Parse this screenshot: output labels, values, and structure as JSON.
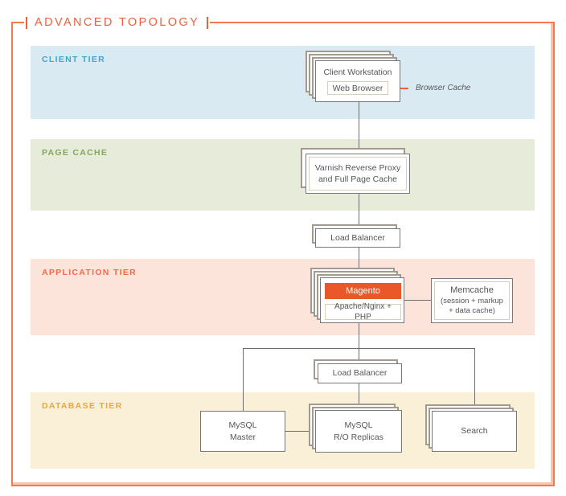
{
  "title": "ADVANCED TOPOLOGY",
  "tiers": {
    "client": {
      "label": "CLIENT TIER",
      "band_color": "#daeaf3",
      "label_color": "#3ea5d8"
    },
    "page_cache": {
      "label": "PAGE CACHE",
      "band_color": "#e6ecd9",
      "label_color": "#83a75b"
    },
    "application": {
      "label": "APPLICATION TIER",
      "band_color": "#fce4da",
      "label_color": "#f26a4b"
    },
    "database": {
      "label": "DATABASE TIER",
      "band_color": "#faf0d7",
      "label_color": "#eaa73f"
    }
  },
  "nodes": {
    "client_workstation": {
      "title": "Client Workstation",
      "inner": "Web Browser"
    },
    "varnish": {
      "line1": "Varnish Reverse Proxy",
      "line2": "and Full Page Cache"
    },
    "load_balancer_top": {
      "label": "Load Balancer"
    },
    "magento_app": {
      "app": "Magento",
      "server": "Apache/Nginx + PHP"
    },
    "memcache": {
      "line1": "Memcache",
      "line2": "(session + markup",
      "line3": "+ data cache)"
    },
    "load_balancer_db": {
      "label": "Load Balancer"
    },
    "mysql_master": {
      "line1": "MySQL",
      "line2": "Master"
    },
    "mysql_replicas": {
      "line1": "MySQL",
      "line2": "R/O Replicas"
    },
    "search": {
      "label": "Search"
    }
  },
  "annotations": {
    "browser_cache": "Browser Cache"
  },
  "palette": {
    "frame_orange": "#f27950",
    "title_orange": "#f05f3b",
    "magento_orange": "#ea5829",
    "connector_gray": "#6d6e71",
    "card_border_gray": "#77787b",
    "stack_border_tan": "#a39a8f",
    "inner_border_tan": "#d8d0bc",
    "annotation_gray": "#58585a"
  }
}
